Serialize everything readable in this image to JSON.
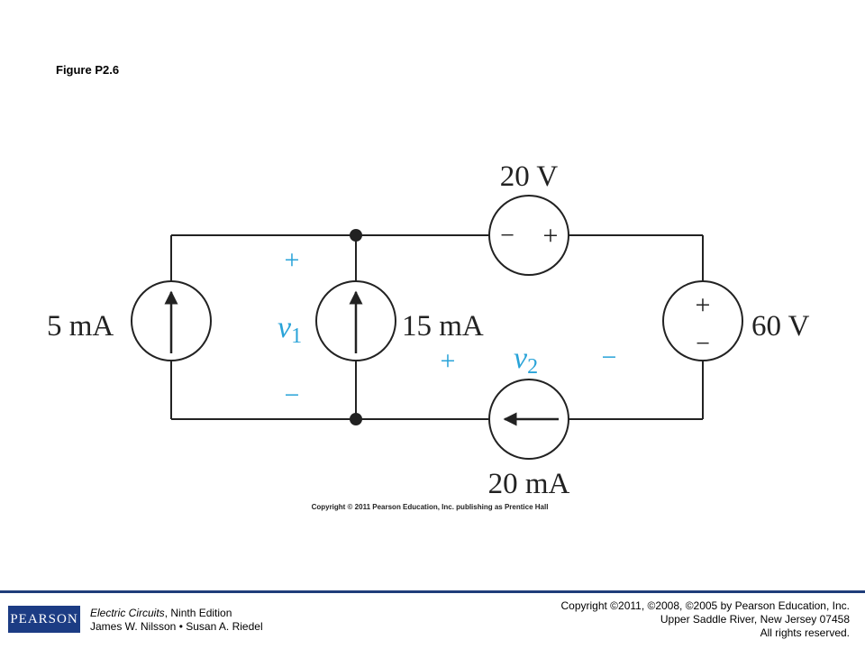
{
  "figure_title": "Figure P2.6",
  "circuit": {
    "source_5mA": "5 mA",
    "source_15mA": "15 mA",
    "source_20V": "20 V",
    "source_60V": "60 V",
    "source_20mA": "20 mA",
    "v1": {
      "letter": "v",
      "sub": "1",
      "plus": "+",
      "minus": "−"
    },
    "v2": {
      "letter": "v",
      "sub": "2",
      "plus": "+",
      "minus": "−"
    },
    "src20V_minus": "−",
    "src20V_plus": "+",
    "src60V_plus": "+",
    "src60V_minus": "−",
    "colors": {
      "wire": "#222222",
      "annotation": "#29a3d8"
    }
  },
  "diagram_copyright": "Copyright © 2011 Pearson Education, Inc. publishing as Prentice Hall",
  "footer": {
    "logo": "PEARSON",
    "book_title": "Electric Circuits",
    "edition": ", Ninth Edition",
    "authors": "James W. Nilsson • Susan A. Riedel",
    "copyright_line1": "Copyright ©2011, ©2008, ©2005 by Pearson Education, Inc.",
    "copyright_line2": "Upper Saddle River, New Jersey 07458",
    "copyright_line3": "All rights reserved.",
    "rule_color": "#1f3d7a",
    "logo_color": "#1c3c84"
  }
}
